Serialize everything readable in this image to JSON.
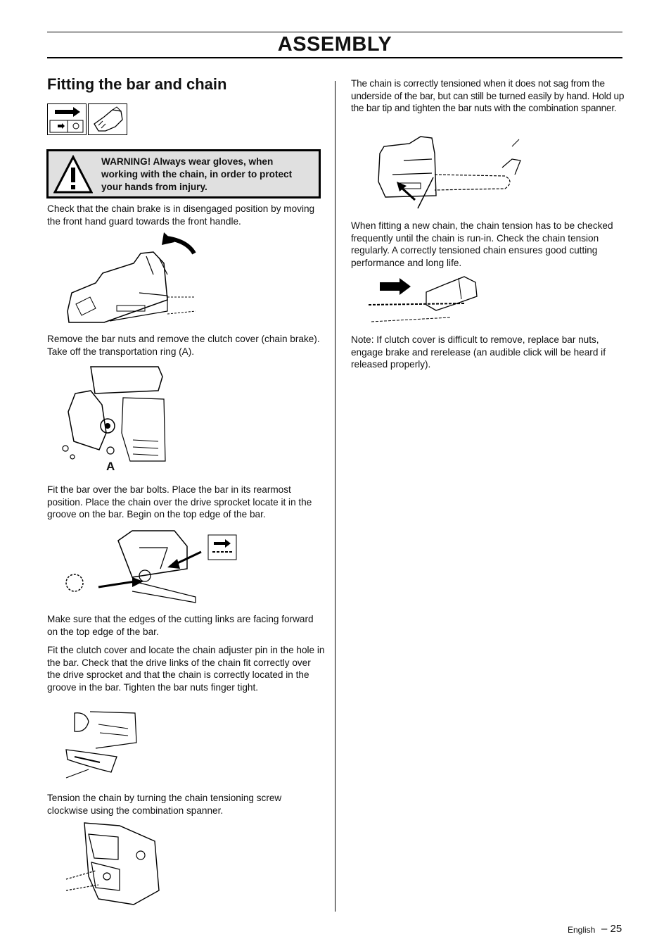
{
  "header": {
    "title": "ASSEMBLY"
  },
  "section": {
    "subtitle": "Fitting the bar and chain"
  },
  "warning": {
    "text": "WARNING! Always wear gloves, when working with the chain, in order to protect your hands from injury."
  },
  "left_column": {
    "p1": "Check that the chain brake is in disengaged position by moving the front hand guard towards the front handle.",
    "p2": "Remove the bar nuts and remove the clutch cover (chain brake). Take off the transportation ring (A).",
    "fig_label_a": "A",
    "p3": "Fit the bar over the bar bolts. Place the bar in its rearmost position. Place the chain over the drive sprocket locate it in the groove on the bar. Begin on the top edge of the bar.",
    "p4": "Make sure that the edges of the cutting links are facing forward on the top edge of the bar.",
    "p5": "Fit the clutch cover and locate the chain adjuster pin in the hole in the bar. Check that the drive links of the chain fit correctly over the drive sprocket and that the chain is correctly located in the groove in the bar. Tighten the bar nuts finger tight.",
    "p6": "Tension the chain by turning the chain tensioning screw clockwise using the combination spanner."
  },
  "right_column": {
    "p1": "The chain is correctly tensioned when it does not sag from the underside of the bar, but can still be turned easily by hand. Hold up the bar tip and tighten the bar nuts with the combination spanner.",
    "p2": "When fitting a new chain, the chain tension has to be checked frequently until the chain is run-in. Check the chain tension regularly. A correctly tensioned chain ensures good cutting performance and long life.",
    "p3": "Note: If clutch cover is difficult to remove, replace bar nuts, engage brake and rerelease (an audible click will be heard if released properly)."
  },
  "footer": {
    "language": "English",
    "page": "– 25"
  },
  "icons": [
    "arrow-manual-icon",
    "glove-icon",
    "warning-triangle-icon",
    "chain-link-icon"
  ]
}
